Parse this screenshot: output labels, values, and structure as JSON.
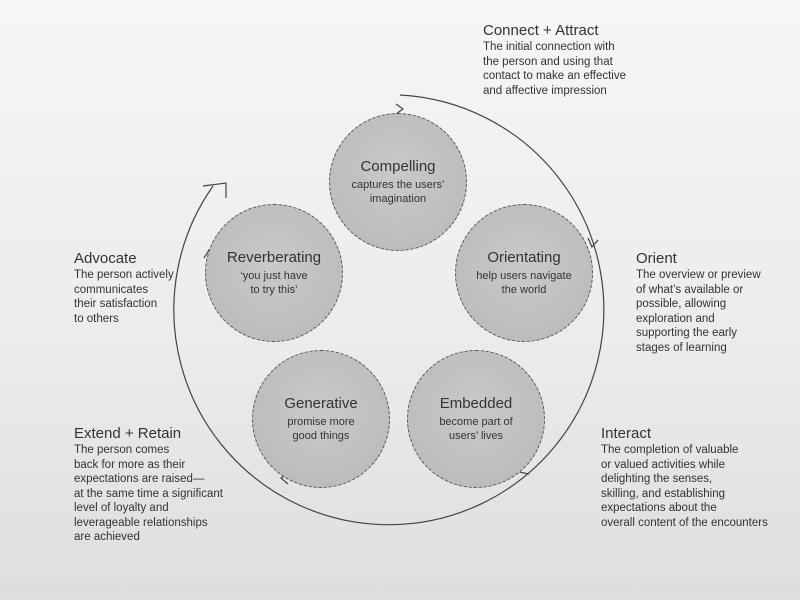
{
  "phases": {
    "connect": {
      "title": "Connect + Attract",
      "desc": "The initial connection with\nthe person and using that\ncontact to make an effective\nand affective impression"
    },
    "orient": {
      "title": "Orient",
      "desc": "The overview or preview\nof what’s available or\npossible, allowing\nexploration and\nsupporting the early\nstages of learning"
    },
    "interact": {
      "title": "Interact",
      "desc": "The completion of valuable\nor valued activities while\ndelighting the senses,\nskilling, and establishing\nexpectations about the\noverall content of the encounters"
    },
    "extend": {
      "title": "Extend + Retain",
      "desc": "The person comes\nback for more as their\nexpectations are raised—\nat the same time a significant\nlevel of loyalty and\nleverageable relationships\nare achieved"
    },
    "advocate": {
      "title": "Advocate",
      "desc": "The person actively\ncommunicates\ntheir satisfaction\nto others"
    }
  },
  "circles": {
    "compelling": {
      "title": "Compelling",
      "desc": "captures the users’\nimagination"
    },
    "orientating": {
      "title": "Orientating",
      "desc": "help users navigate\nthe world"
    },
    "embedded": {
      "title": "Embedded",
      "desc": "become part of\nusers’ lives"
    },
    "generative": {
      "title": "Generative",
      "desc": "promise more\ngood things"
    },
    "reverberating": {
      "title": "Reverberating",
      "desc": "‘you just have\nto try this’"
    }
  }
}
